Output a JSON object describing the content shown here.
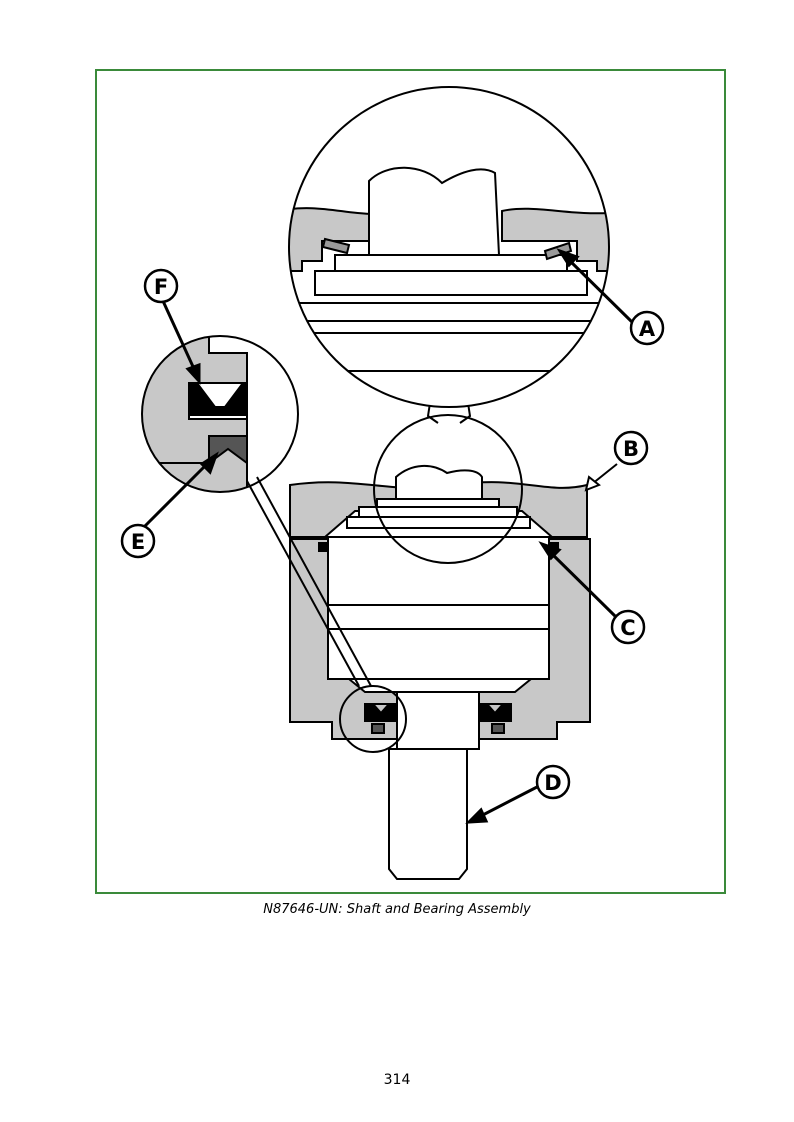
{
  "caption": "N87646-UN: Shaft and Bearing Assembly",
  "page_number": "314",
  "callouts": [
    {
      "id": "A",
      "label": "A"
    },
    {
      "id": "B",
      "label": "B"
    },
    {
      "id": "C",
      "label": "C"
    },
    {
      "id": "D",
      "label": "D"
    },
    {
      "id": "E",
      "label": "E"
    },
    {
      "id": "F",
      "label": "F"
    }
  ],
  "colors": {
    "frame": "#3a8a3a",
    "housing": "#c8c8c8",
    "seal": "#555555",
    "line": "#000000"
  }
}
